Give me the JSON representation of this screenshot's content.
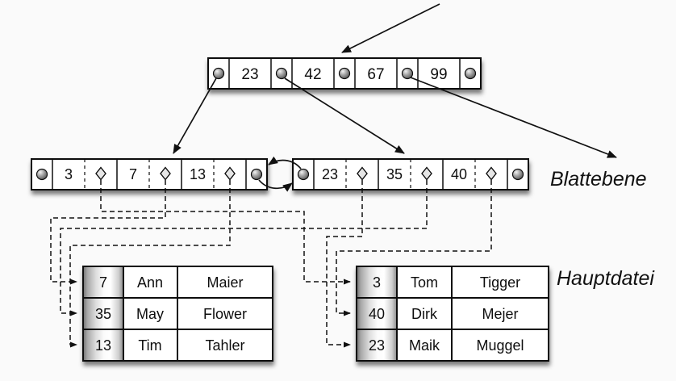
{
  "labels": {
    "leaf_level": "Blattebene",
    "main_file": "Hauptdatei"
  },
  "root_node": {
    "keys": [
      "23",
      "42",
      "67",
      "99"
    ]
  },
  "leaf_nodes": {
    "left": {
      "keys": [
        "3",
        "7",
        "13"
      ]
    },
    "right": {
      "keys": [
        "23",
        "35",
        "40"
      ]
    }
  },
  "tables": {
    "left": {
      "rows": [
        [
          "7",
          "Ann",
          "Maier"
        ],
        [
          "35",
          "May",
          "Flower"
        ],
        [
          "13",
          "Tim",
          "Tahler"
        ]
      ]
    },
    "right": {
      "rows": [
        [
          "3",
          "Tom",
          "Tigger"
        ],
        [
          "40",
          "Dirk",
          "Mejer"
        ],
        [
          "23",
          "Maik",
          "Muggel"
        ]
      ]
    }
  },
  "root_pointers": [
    {
      "pointer": 0,
      "target": "left-leaf"
    },
    {
      "pointer": 1,
      "target": "right-leaf"
    },
    {
      "pointer": 3,
      "target": "offscreen-right"
    }
  ],
  "record_pointers": [
    {
      "leaf_key": "3",
      "table": "right",
      "row": 0
    },
    {
      "leaf_key": "7",
      "table": "left",
      "row": 0
    },
    {
      "leaf_key": "13",
      "table": "left",
      "row": 2
    },
    {
      "leaf_key": "23",
      "table": "right",
      "row": 2
    },
    {
      "leaf_key": "35",
      "table": "left",
      "row": 1
    },
    {
      "leaf_key": "40",
      "table": "right",
      "row": 1
    }
  ],
  "icons": {
    "pointer_ball": "filled-sphere",
    "record_pointer": "diamond-outline",
    "leaf_link": "curved-double-arrow"
  },
  "colors": {
    "background": "#fafafa",
    "node_fill": "#ffffff",
    "stroke": "#111111",
    "key_column_gradient": [
      "#6e6e6e",
      "#f8f8f8",
      "#8a8a8a"
    ]
  }
}
